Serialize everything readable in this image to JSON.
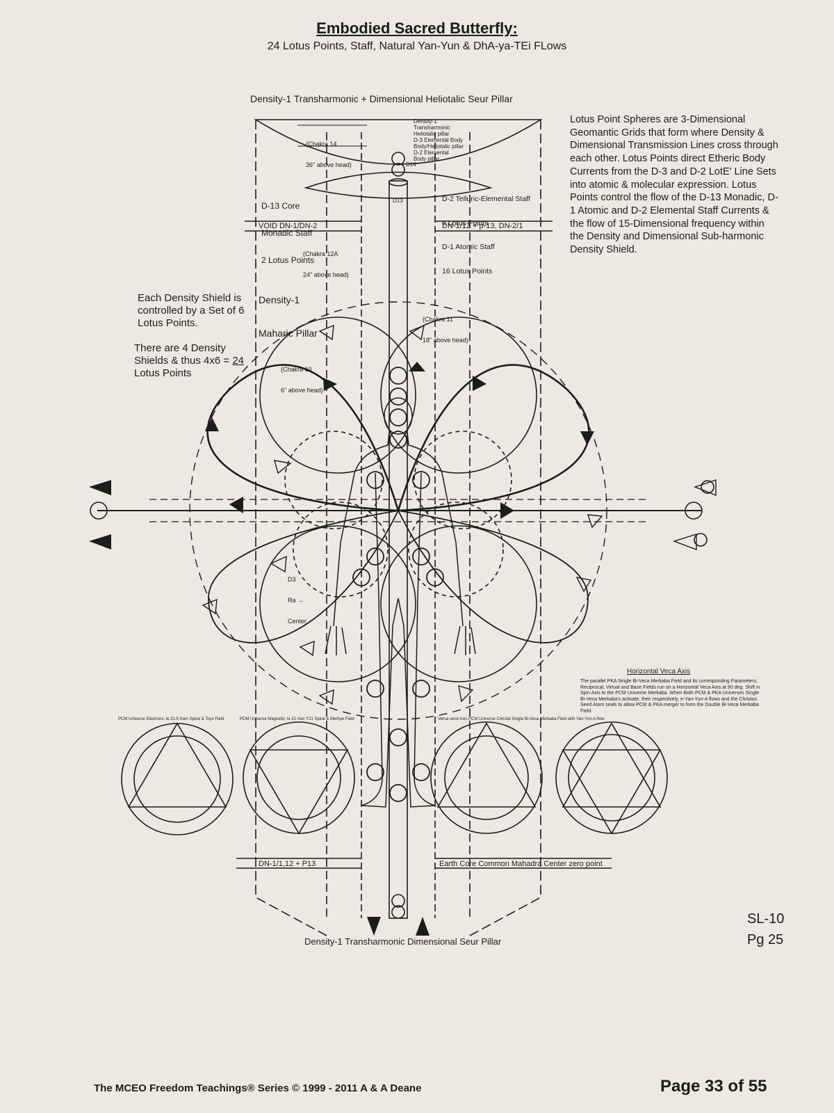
{
  "header": {
    "title": "Embodied Sacred Butterfly:",
    "subtitle": "24 Lotus Points, Staff, Natural Yan-Yun & DhA-ya-TEi FLows"
  },
  "labels": {
    "pillar_top": "Density-1 Transharmonic + Dimensional Heliotalic Seur Pillar",
    "pillar_bottom": "Density-1 Transharmonic Dimensional Seur Pillar",
    "chakra14": [
      "(Chakra 14",
      "36\" above head)"
    ],
    "vertical_labels": [
      "Density-1",
      "Transharmonic",
      "Heliotalic pillar",
      "D-3 Elemental Body",
      "Body/Heliotalic pillar",
      "D-2 Elemental",
      "Body pillar"
    ],
    "d14": "D14",
    "d13": "D13",
    "d13_core": [
      "D-13 Core",
      "Monadic Staff",
      "2 Lotus Points"
    ],
    "d2_staff": [
      "D-2 Telluric-Elemental Staff",
      "6 Lotus Points",
      "D-1 Atomic Staff",
      "16 Lotus Points"
    ],
    "void_line": "VOID DN-1/DN-2",
    "dn_line": "DN-1/12 + p-13, DN-2/1",
    "chakra12a": [
      "(Chakra 12A",
      "24\" above head)"
    ],
    "maharic": [
      "Density-1",
      "Maharic Pillar"
    ],
    "chakra11": [
      "(Chakra 11",
      "18\" above head)"
    ],
    "chakra10": [
      "(Chakra 10",
      "6\" above head)"
    ],
    "d3_ra": [
      "D3",
      "Ra →",
      "Center"
    ],
    "dn_bottom": "DN-1/1,12 + P13",
    "earth_core": "Earth Core Common Mahadra Center zero point",
    "horizontal_title": "Horizontal Veca Axis",
    "horizontal_text": "The parallel PKA Single Bi-Veca Merkaba Field and its corresponding Parameters, Reciprocal, Virtual and Base Fields run on a Horizontal Veca Axis at 90 deg. Shift in Spin Axis to the PCM Universe Merkaba. When Both PCM & PKA Universes Single Bi-Veca Merkaba's activate, their respectively, e-Yan-Yun-A flows and the Christos Seed Atom seals to allow PCM & PKA merger to form the Double Bi-Veca Merkaba Field.",
    "small_captions": [
      "PCM Universe Electrons: le 21.5 Ham Spiral & Toys Field",
      "PCM Universe Magnetic: le 21-Vun Y21 Spiral & Merhye Field",
      "Versa vecé Axis PCM Universe Christal Single Bi-Veca Merkaba Field with Yan-Yun-A flow"
    ]
  },
  "description": "Lotus Point Spheres are 3-Dimensional Geomantic Grids that form where Density & Dimensional Transmission Lines cross through each other. Lotus Points direct Etheric Body Currents from the D-3 and D-2 LotE' Line Sets into atomic & molecular expression. Lotus Points control the flow of the D-13 Monadic, D-1 Atomic and D-2 Elemental Staff Currents & the flow of 15-Dimensional frequency within the Density and Dimensional Sub-harmonic Density Shield.",
  "shield_note": {
    "part1": "Each Density Shield is controlled by a Set of 6 Lotus Points.",
    "part2_pre": "There are 4 Density Shields & thus 4x6 = ",
    "part2_num": "24",
    "part2_post": " Lotus Points"
  },
  "page_code": {
    "sl": "SL-10",
    "pg": "Pg 25"
  },
  "footer": {
    "left": "The MCEO Freedom Teachings® Series © 1999 - 2011 A & A Deane",
    "right_pre": "Page ",
    "right_num": "33",
    "right_post": " of 55"
  }
}
